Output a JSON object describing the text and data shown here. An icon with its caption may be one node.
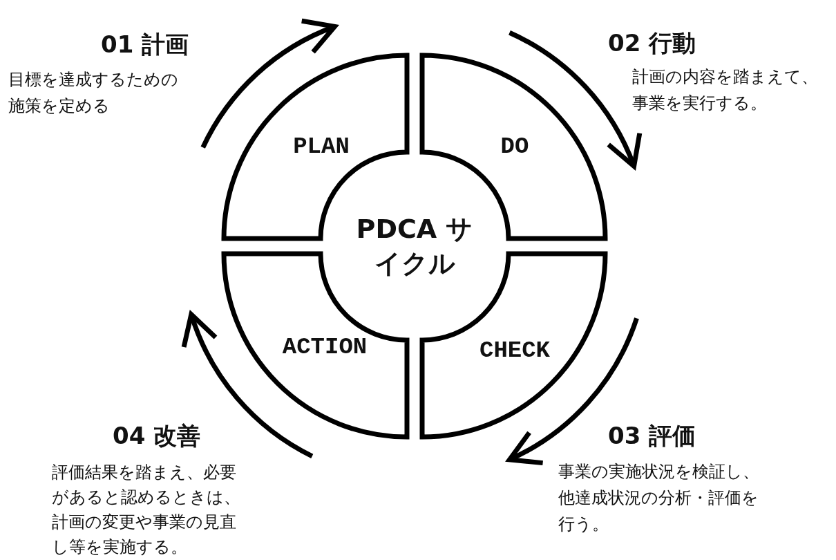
{
  "diagram": {
    "nodes": [
      {
        "text": [
          "PLAN"
        ]
      },
      {
        "text": [
          "DO"
        ]
      },
      {
        "text": [
          "PDCA サイクル"
        ]
      },
      {
        "text": [
          "ACTION"
        ]
      },
      {
        "text": [
          "CHECK"
        ]
      }
    ],
    "labels": [
      "01 計画",
      "目標を達成するための施策を定める",
      "02 行動",
      "計画の内容を踏まえて、事業を実行する。",
      "04 改善",
      "評価結果を踏まえ、必要があると認めるときは、計画の変更や事業の見直し等を実施する。",
      "03 評価",
      "事業の実施状況を検証し、他達成状況の分析・評価を行う。"
    ]
  }
}
